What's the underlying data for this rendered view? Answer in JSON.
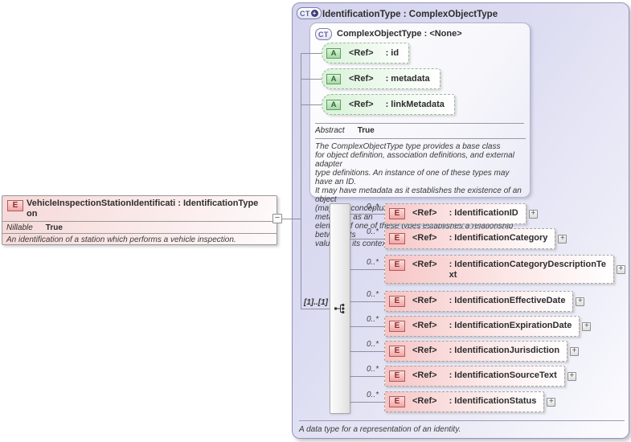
{
  "left_element": {
    "icon_letter": "E",
    "title": "VehicleInspectionStationIdentificati : IdentificationType\non",
    "property": {
      "label": "Nillable",
      "value": "True"
    },
    "description": "An identification of a station which performs a vehicle inspection."
  },
  "identification_type": {
    "icon_letter": "CT",
    "title": "IdentificationType : ComplexObjectType",
    "footer_description": "A data type for a representation of an identity."
  },
  "complex_object_type": {
    "icon_letter": "CT",
    "title": "ComplexObjectType : <None>",
    "attributes": [
      {
        "icon_letter": "A",
        "ref": "<Ref>",
        "name": ": id"
      },
      {
        "icon_letter": "A",
        "ref": "<Ref>",
        "name": ": metadata"
      },
      {
        "icon_letter": "A",
        "ref": "<Ref>",
        "name": ": linkMetadata"
      }
    ],
    "property": {
      "label": "Abstract",
      "value": "True"
    },
    "description": "The ComplexObjectType type provides a base class\nfor object definition, association definitions, and external adapter\ntype definitions. An instance of one of these types may have an ID.\nIt may have metadata as it establishes the existence of an object\n(maybe a conceptual object). It may also have link metadata, as an\nelement of one of these types establishes a relationship between its\nvalue and its context."
  },
  "sequence": {
    "cardinality": "[1]..[1]"
  },
  "elements": [
    {
      "icon_letter": "E",
      "ref": "<Ref>",
      "name": ": IdentificationID",
      "cardinality": "0..*"
    },
    {
      "icon_letter": "E",
      "ref": "<Ref>",
      "name": ": IdentificationCategory",
      "cardinality": "0..*"
    },
    {
      "icon_letter": "E",
      "ref": "<Ref>",
      "name": ": IdentificationCategoryDescriptionTe\nxt",
      "cardinality": "0..*"
    },
    {
      "icon_letter": "E",
      "ref": "<Ref>",
      "name": ": IdentificationEffectiveDate",
      "cardinality": "0..*"
    },
    {
      "icon_letter": "E",
      "ref": "<Ref>",
      "name": ": IdentificationExpirationDate",
      "cardinality": "0..*"
    },
    {
      "icon_letter": "E",
      "ref": "<Ref>",
      "name": ": IdentificationJurisdiction",
      "cardinality": "0..*"
    },
    {
      "icon_letter": "E",
      "ref": "<Ref>",
      "name": ": IdentificationSourceText",
      "cardinality": "0..*"
    },
    {
      "icon_letter": "E",
      "ref": "<Ref>",
      "name": ": IdentificationStatus",
      "cardinality": "0..*"
    }
  ]
}
